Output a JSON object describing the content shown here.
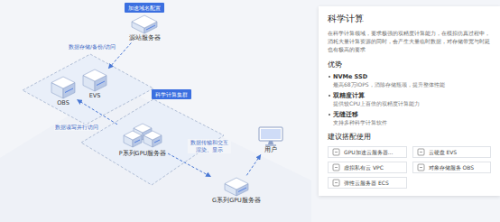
{
  "diagram": {
    "nodes": [
      {
        "text": [
          "加速域名配置"
        ]
      },
      {
        "text": [
          "源站服务器"
        ]
      },
      {
        "text": [
          "OBS"
        ]
      },
      {
        "text": [
          "EVS"
        ]
      },
      {
        "text": [
          "科学计算集群"
        ]
      },
      {
        "text": [
          "P系列GPU服务器"
        ]
      },
      {
        "text": [
          "G系列GPU服务器"
        ]
      },
      {
        "text": [
          "用户"
        ]
      },
      {
        "text": [
          "科学计算",
          "在科学计算领域，要求极强的双精度计算能力，在模拟仿真过程中，消耗大量计算资源的同时，会产生大量临时数据，对存储带宽与时延也有极高的要求",
          "优势",
          "NVMe SSD",
          "最高68万IOPS，消除存储瓶颈，提升整体性能",
          "双精度计算",
          "提供较CPU上百倍的双精度计算能力",
          "无缝迁移",
          "支持多种科学计算软件",
          "建议搭配使用"
        ]
      },
      {
        "text": [
          "GPU加速云服务器..."
        ],
        "in": 8
      },
      {
        "text": [
          "云硬盘 EVS"
        ],
        "in": 8
      },
      {
        "text": [
          "虚拟私有云 VPC"
        ],
        "in": 8
      },
      {
        "text": [
          "对象存储服务 OBS"
        ],
        "in": 8
      },
      {
        "text": [
          "弹性云服务器 ECS"
        ],
        "in": 8
      }
    ],
    "edges": [
      {
        "from": 1,
        "to": 3,
        "arrow": "to",
        "label": "数据存储/备份/访问"
      },
      {
        "from": 5,
        "to": 2,
        "arrow": "to",
        "label": "数据读写并行访问"
      },
      {
        "from": 5,
        "to": 6,
        "arrow": "to",
        "label": "数据传输和交互 渲染、显示"
      },
      {
        "from": 6,
        "to": 7,
        "arrow": "to"
      }
    ]
  }
}
